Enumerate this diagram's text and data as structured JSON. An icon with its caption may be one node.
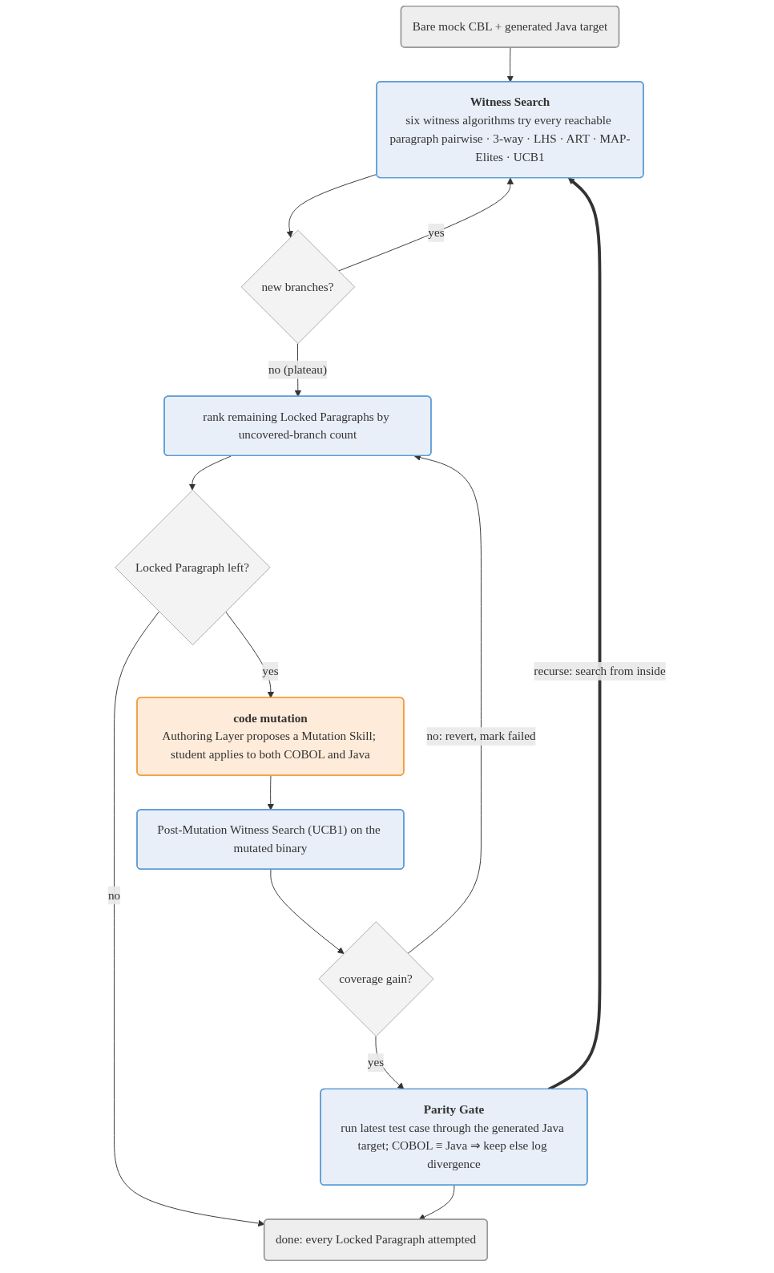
{
  "diagram": {
    "nodes": [
      {
        "text": [
          "Bare mock CBL + generated Java target"
        ]
      },
      {
        "text": [
          "Witness Search",
          "six witness algorithms try every reachable paragraph pairwise · 3-way · LHS · ART · MAP-Elites · UCB1"
        ]
      },
      {
        "text": [
          "new branches?"
        ]
      },
      {
        "text": [
          "rank remaining Locked Paragraphs by uncovered-branch count"
        ]
      },
      {
        "text": [
          "Locked Paragraph left?"
        ]
      },
      {
        "text": [
          "code mutation",
          "Authoring Layer proposes a Mutation Skill; student applies to both COBOL and Java"
        ]
      },
      {
        "text": [
          "Post-Mutation Witness Search (UCB1) on the mutated binary"
        ]
      },
      {
        "text": [
          "coverage gain?"
        ]
      },
      {
        "text": [
          "Parity Gate",
          "run latest test case through the generated Java target; COBOL ≡ Java ⇒ keep else log divergence"
        ]
      },
      {
        "text": [
          "done: every Locked Paragraph attempted"
        ]
      }
    ],
    "edges": [
      {
        "from": 0,
        "to": 1,
        "arrow": "to"
      },
      {
        "from": 1,
        "to": 2,
        "arrow": "to"
      },
      {
        "from": 2,
        "to": 1,
        "arrow": "to",
        "label": "yes"
      },
      {
        "from": 2,
        "to": 3,
        "arrow": "to",
        "label": "no (plateau)"
      },
      {
        "from": 3,
        "to": 4,
        "arrow": "to"
      },
      {
        "from": 4,
        "to": 9,
        "arrow": "to",
        "label": "no"
      },
      {
        "from": 4,
        "to": 5,
        "arrow": "to",
        "label": "yes"
      },
      {
        "from": 5,
        "to": 6,
        "arrow": "to"
      },
      {
        "from": 6,
        "to": 7,
        "arrow": "to"
      },
      {
        "from": 7,
        "to": 3,
        "arrow": "to",
        "label": "no: revert, mark failed"
      },
      {
        "from": 7,
        "to": 8,
        "arrow": "to",
        "label": "yes"
      },
      {
        "from": 8,
        "to": 1,
        "arrow": "to",
        "label": "recurse: search from inside",
        "style": "thick"
      },
      {
        "from": 8,
        "to": 9,
        "arrow": "to"
      }
    ]
  }
}
